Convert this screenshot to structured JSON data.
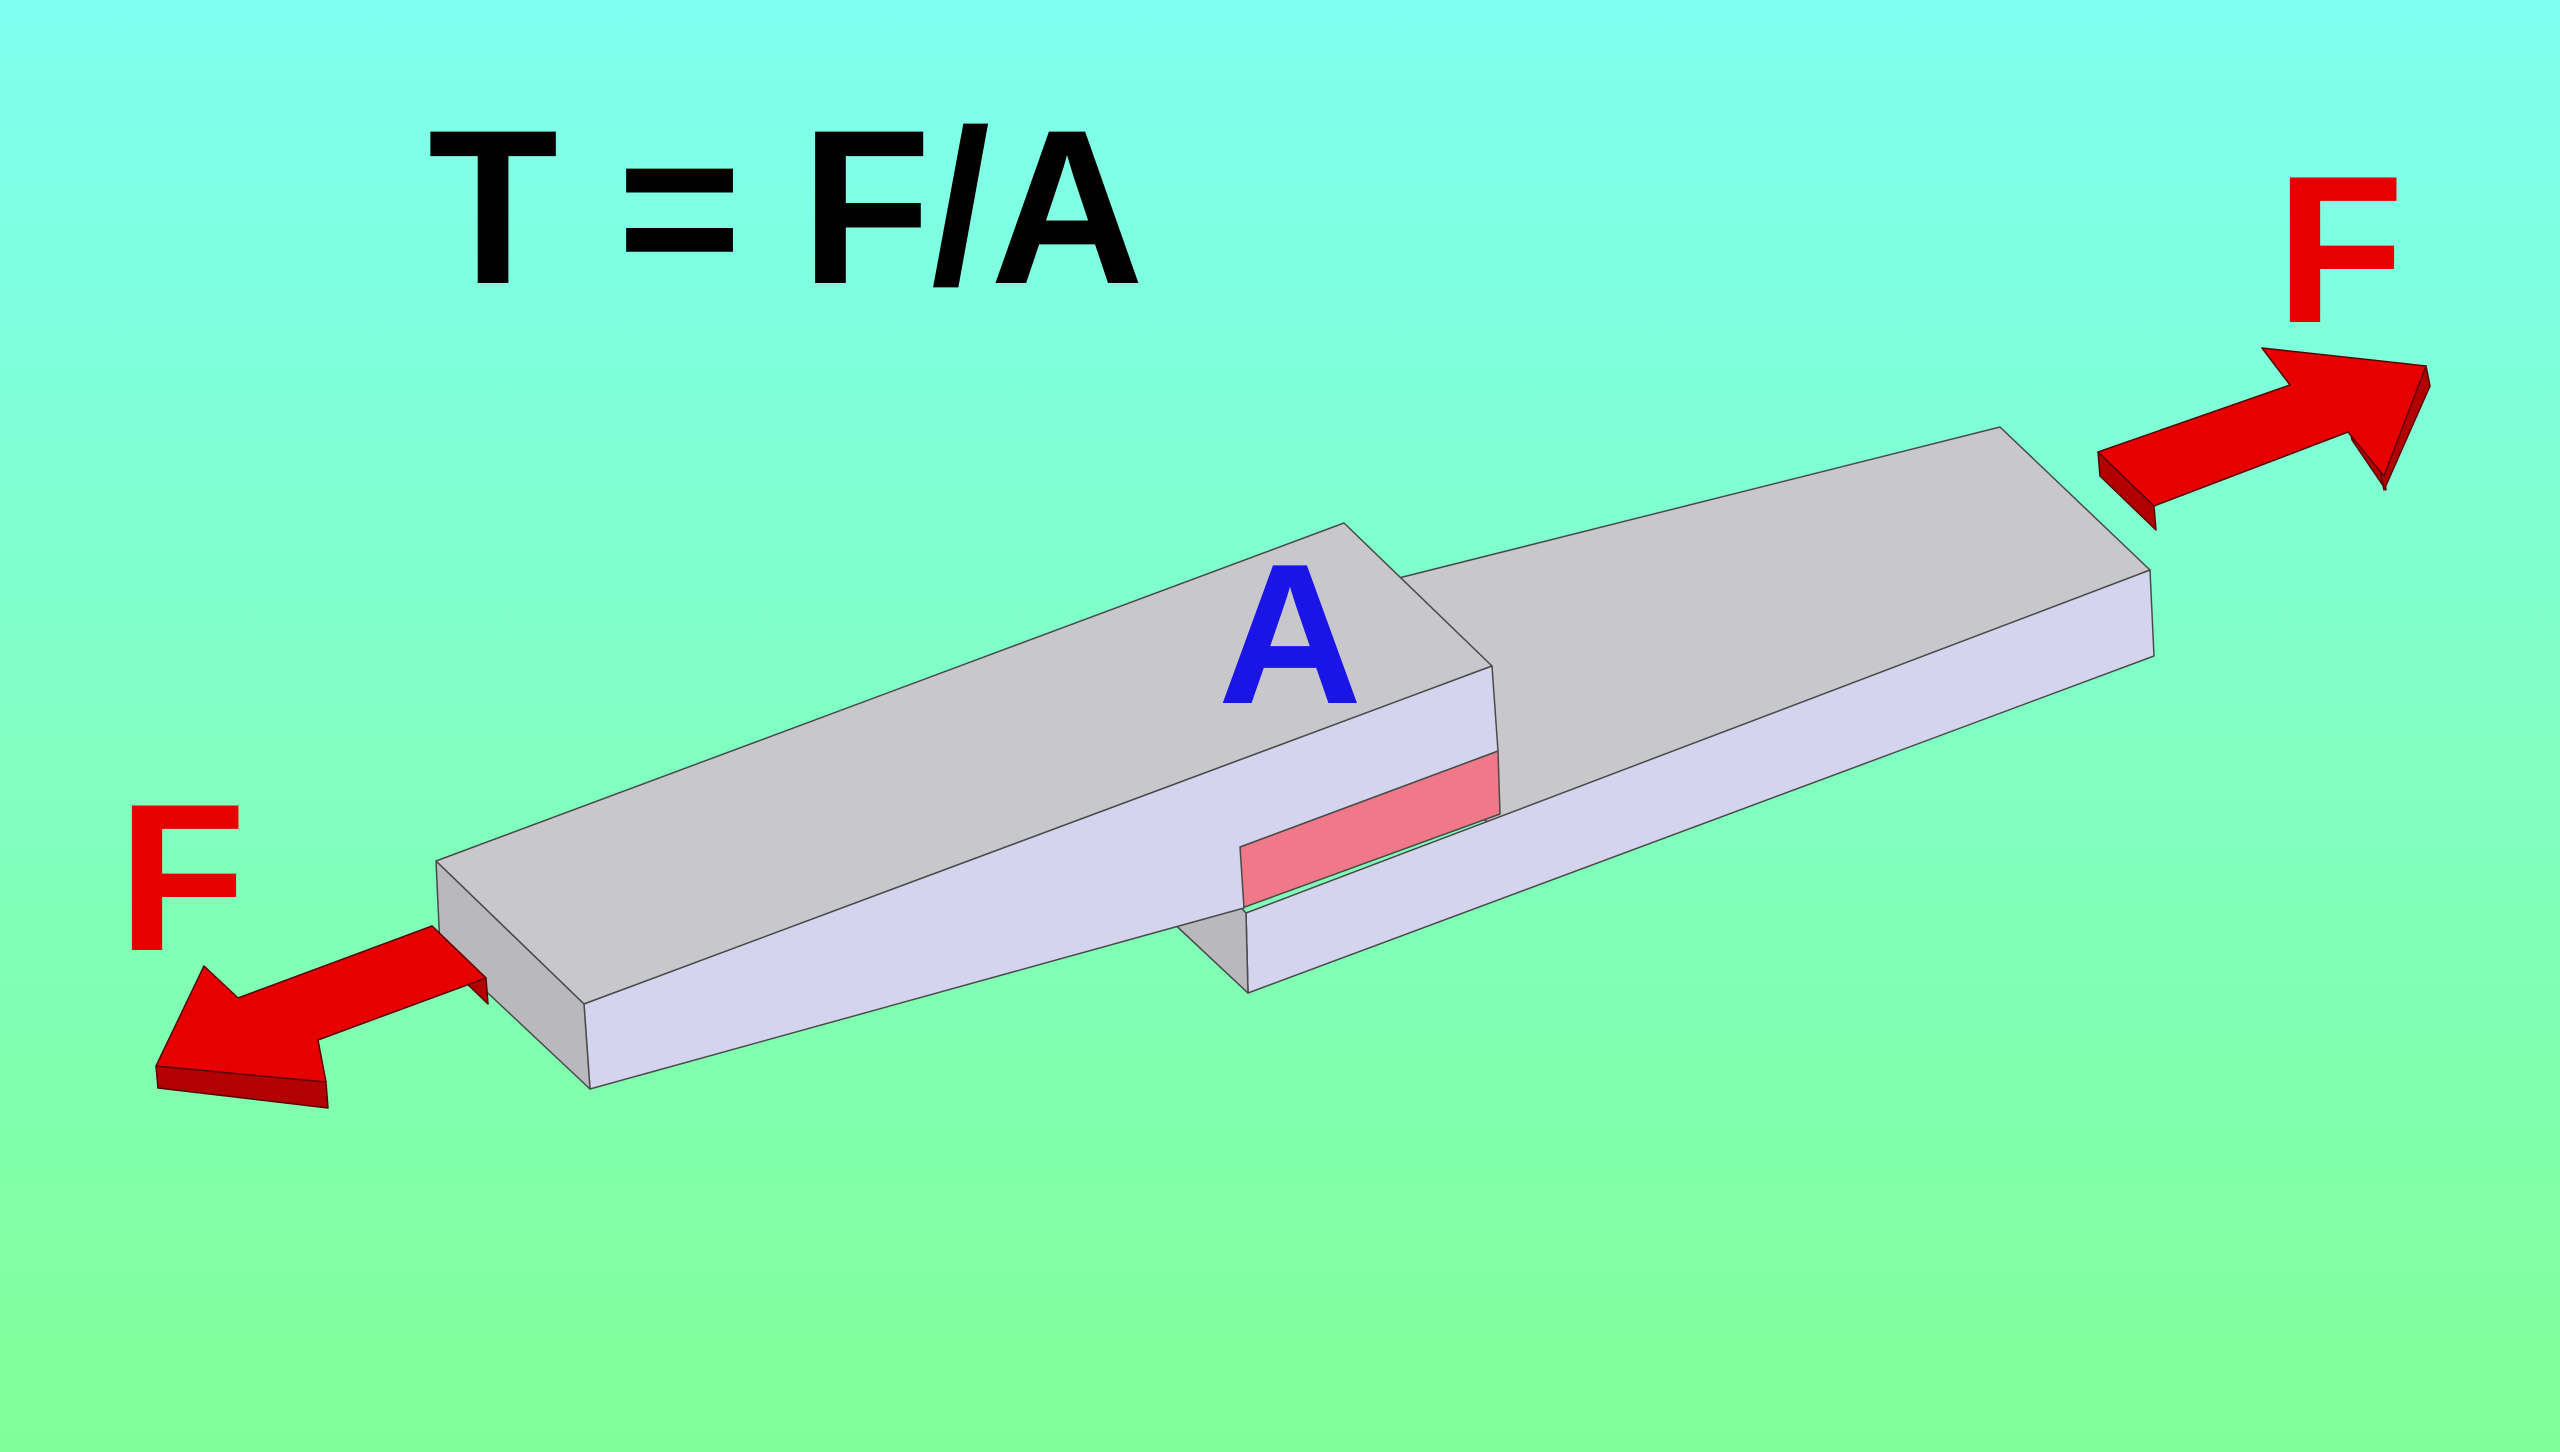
{
  "formula": "T = F/A",
  "area_label": "A",
  "force_label_left": "F",
  "force_label_right": "F",
  "colors": {
    "background_top": "#7ffff0",
    "background_bottom": "#80ff98",
    "formula_text": "#000000",
    "area_label": "#1a14e6",
    "force": "#e60000",
    "force_dark": "#b30000",
    "plate_top": "#c8c8cc",
    "plate_front": "#d4d4ee",
    "plate_side": "#b8b8bd",
    "shear_face": "#f07888",
    "shear_face_shadow": "#c86470"
  }
}
